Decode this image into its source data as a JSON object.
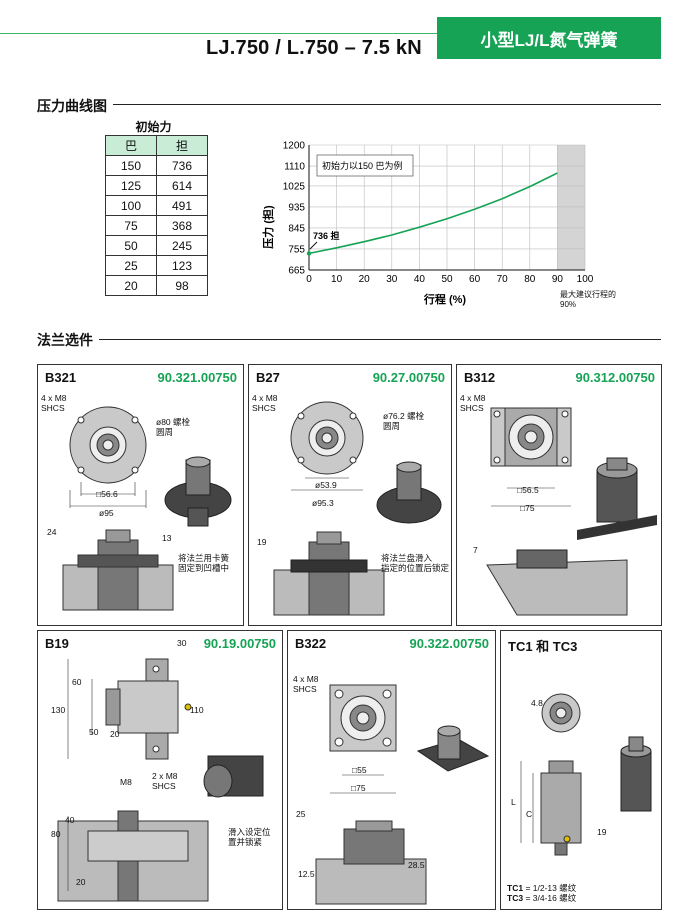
{
  "header": {
    "banner": "小型LJ/L氮气弹簧",
    "model_title": "LJ.750 / L.750 – 7.5 kN"
  },
  "force_section": {
    "heading": "压力曲线图",
    "table_title": "初始力",
    "columns": [
      "巴",
      "担"
    ],
    "rows": [
      [
        "150",
        "736"
      ],
      [
        "125",
        "614"
      ],
      [
        "100",
        "491"
      ],
      [
        "75",
        "368"
      ],
      [
        "50",
        "245"
      ],
      [
        "25",
        "123"
      ],
      [
        "20",
        "98"
      ]
    ]
  },
  "chart_data": {
    "type": "line",
    "xlabel": "行程 (%)",
    "ylabel": "压力 (担)",
    "xlim": [
      0,
      100
    ],
    "ylim": [
      665,
      1200
    ],
    "x_ticks": [
      0,
      10,
      20,
      30,
      40,
      50,
      60,
      70,
      80,
      90,
      100
    ],
    "y_ticks": [
      665,
      755,
      845,
      935,
      1025,
      1110,
      1200
    ],
    "series": [
      {
        "x": [
          0,
          10,
          20,
          30,
          40,
          50,
          60,
          70,
          80,
          90
        ],
        "y": [
          736,
          760,
          786,
          815,
          848,
          884,
          925,
          970,
          1022,
          1080
        ]
      }
    ],
    "legend_box": "初始力以150 巴为例",
    "start_label": "736 担",
    "shaded_note": "最大建议行程的90%",
    "grid": true,
    "accent": "#16a355"
  },
  "flange_section": {
    "heading": "法兰选件"
  },
  "panels": {
    "b321": {
      "name": "B321",
      "code": "90.321.00750",
      "screws": "4 x M8\nSHCS",
      "bolt_circle": "ø80 螺栓\n圆周",
      "d1": "□56.6",
      "d2": "ø95",
      "h1": "24",
      "h2": "13",
      "note": "将法兰用卡簧\n固定到凹槽中"
    },
    "b27": {
      "name": "B27",
      "code": "90.27.00750",
      "screws": "4 x M8\nSHCS",
      "bolt_circle": "ø76.2 螺栓\n圆周",
      "d1": "ø53.9",
      "d2": "ø95.3",
      "h1": "19",
      "note": "将法兰盘滑入\n指定的位置后锁定"
    },
    "b312": {
      "name": "B312",
      "code": "90.312.00750",
      "screws": "4 x M8\nSHCS",
      "d1": "□56.5",
      "d2": "□75",
      "h1": "7"
    },
    "b19": {
      "name": "B19",
      "code": "90.19.00750",
      "d_30": "30",
      "d_60": "60",
      "d_130": "130",
      "d_50": "50",
      "d_20": "20",
      "d_110": "110",
      "screws": "2 x M8\nSHCS",
      "m8": "M8",
      "d_40": "40",
      "d_80": "80",
      "d_20b": "20",
      "note": "滑入设定位\n置并锁紧"
    },
    "b322": {
      "name": "B322",
      "code": "90.322.00750",
      "screws": "4 x M8\nSHCS",
      "d1": "□55",
      "d2": "□75",
      "h1": "25",
      "h2": "12.5",
      "h3": "28.5"
    },
    "tc": {
      "name": "TC1 和 TC3",
      "d_48": "4.8",
      "d_L": "L",
      "d_C": "C",
      "d_19": "19",
      "tc1_key": "TC1",
      "tc1_val": "= 1/2-13 螺纹",
      "tc3_key": "TC3",
      "tc3_val": "= 3/4-16 螺纹"
    }
  }
}
